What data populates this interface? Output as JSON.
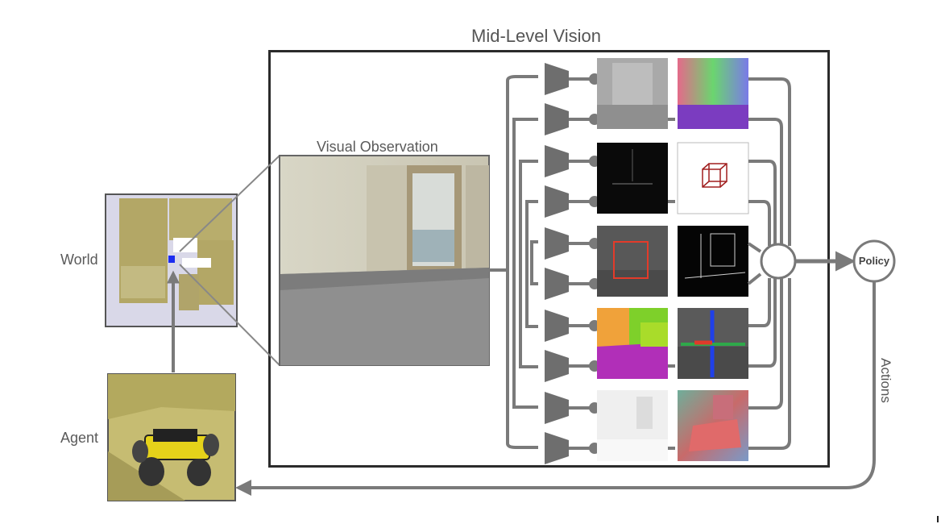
{
  "title": "Mid-Level Vision",
  "labels": {
    "world": "World",
    "agent": "Agent",
    "visual_observation": "Visual Observation",
    "policy": "Policy",
    "actions": "Actions"
  },
  "rows": [
    {
      "encoders": 2,
      "maps": [
        "grayscale-depth",
        "rgb-normals"
      ]
    },
    {
      "encoders": 2,
      "maps": [
        "dark-edges",
        "3d-cube"
      ]
    },
    {
      "encoders": 2,
      "maps": [
        "box-detection",
        "edge-map"
      ]
    },
    {
      "encoders": 2,
      "maps": [
        "segmentation",
        "vanishing-points"
      ]
    },
    {
      "encoders": 2,
      "maps": [
        "white-depth",
        "curvature"
      ]
    }
  ],
  "colors": {
    "frame": "#2b2b2b",
    "arrow": "#7a7a7a",
    "panel_border": "#666666",
    "world_floor": "#c8c4a0",
    "world_bg": "#d9d8e8",
    "agent_ground": "#c7bd77",
    "robot_yellow": "#e5d21a"
  }
}
